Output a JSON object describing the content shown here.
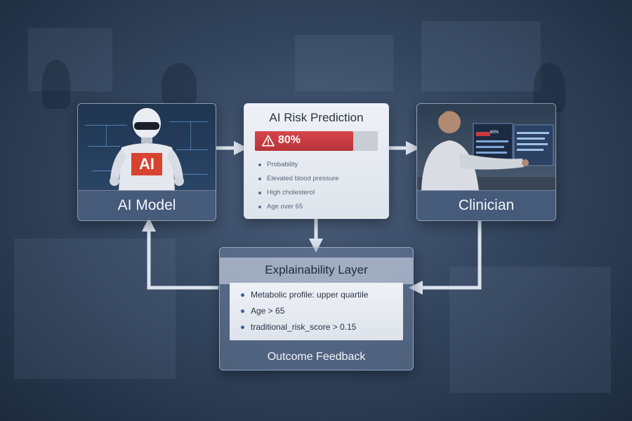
{
  "nodes": {
    "ai_model": {
      "label": "AI Model",
      "badge": "AI"
    },
    "prediction": {
      "title": "AI Risk Prediction",
      "risk_text": "80%",
      "risk_fraction": 0.8,
      "items": [
        "Probability",
        "Elevated blood pressure",
        "High cholesterol",
        "Age over 65"
      ]
    },
    "clinician": {
      "label": "Clinician",
      "screen_badge": "80%"
    },
    "explainability": {
      "title": "Explainability Layer",
      "items": [
        "Metabolic profile: upper quartile",
        "Age > 65",
        "traditional_risk_score > 0.15"
      ],
      "footer": "Outcome Feedback"
    }
  },
  "colors": {
    "risk": "#c43c42",
    "arrow": "#dbe3ef",
    "accent": "#3d5d9a"
  },
  "icons": [
    "warning-icon",
    "robot-icon",
    "arrow-right-icon",
    "arrow-down-icon",
    "arrow-up-icon",
    "arrow-left-icon"
  ]
}
